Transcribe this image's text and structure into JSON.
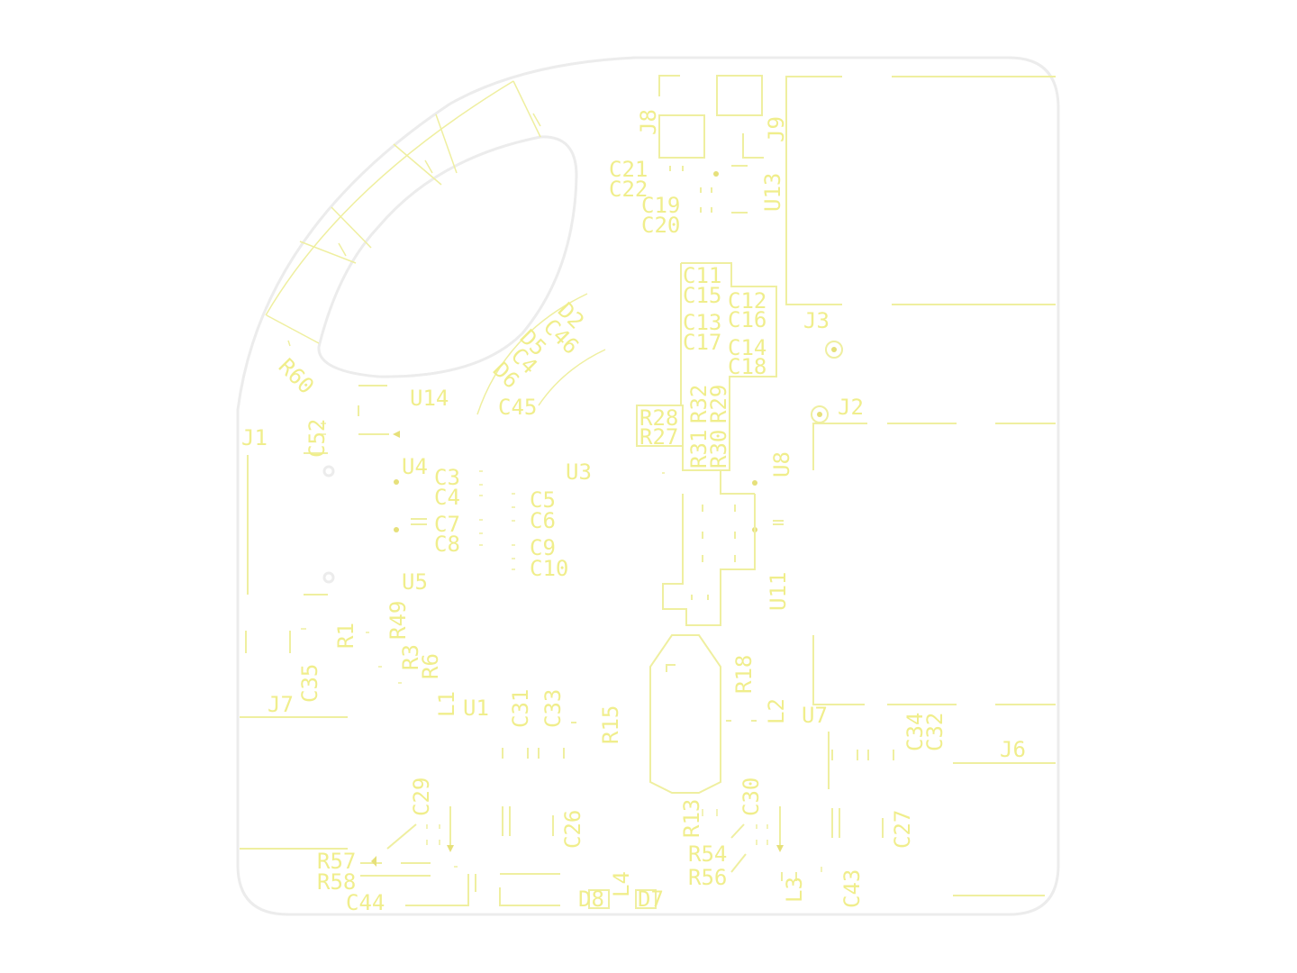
{
  "colors": {
    "silkscreen": "#f0ee8c",
    "board_outline": "#ececec",
    "background": "#ffffff"
  },
  "refs": {
    "J1": "J1",
    "J2": "J2",
    "J3": "J3",
    "J6": "J6",
    "J7": "J7",
    "J8": "J8",
    "J9": "J9",
    "U1": "U1",
    "U3": "U3",
    "U4": "U4",
    "U5": "U5",
    "U7": "U7",
    "U8": "U8",
    "U11": "U11",
    "U13": "U13",
    "U14": "U14",
    "C3": "C3",
    "C4": "C4",
    "C5": "C5",
    "C6": "C6",
    "C7": "C7",
    "C8": "C8",
    "C9": "C9",
    "C10": "C10",
    "C11": "C11",
    "C12": "C12",
    "C13": "C13",
    "C14": "C14",
    "C15": "C15",
    "C16": "C16",
    "C17": "C17",
    "C18": "C18",
    "C19": "C19",
    "C20": "C20",
    "C21": "C21",
    "C22": "C22",
    "C26": "C26",
    "C27": "C27",
    "C29": "C29",
    "C30": "C30",
    "C31": "C31",
    "C32": "C32",
    "C33": "C33",
    "C34": "C34",
    "C35": "C35",
    "C43": "C43",
    "C44": "C44",
    "C45": "C45",
    "C46": "C46",
    "C4b": "C4",
    "C52": "C52",
    "D2": "D2",
    "D5": "D5",
    "D6": "D6",
    "D7": "D7",
    "D8": "D8",
    "L1": "L1",
    "L2": "L2",
    "L3": "L3",
    "L4": "L4",
    "R1": "R1",
    "R3": "R3",
    "R6": "R6",
    "R13": "R13",
    "R15": "R15",
    "R18": "R18",
    "R27": "R27",
    "R28": "R28",
    "R29": "R29",
    "R30": "R30",
    "R31": "R31",
    "R32": "R32",
    "R49": "R49",
    "R54": "R54",
    "R56": "R56",
    "R57": "R57",
    "R58": "R58",
    "R60": "R60"
  }
}
